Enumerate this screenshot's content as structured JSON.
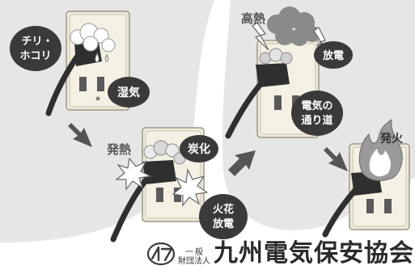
{
  "labels": {
    "dust": [
      "チリ・",
      "ホコリ"
    ],
    "moisture": "湿気",
    "heat_generation": "発熱",
    "carbonization": "炭化",
    "sparks": [
      "火花",
      "放電"
    ],
    "high_heat": "高熱",
    "discharge": "放電",
    "current_path": [
      "電気の",
      "通り道"
    ],
    "ignition": "発火"
  },
  "organization": {
    "prefix_top": "一",
    "prefix_top_right": "般",
    "prefix_bottom": "財団法人",
    "name": "九州電気保安協会"
  },
  "colors": {
    "bubble": "#3a3a3a",
    "bubble_text": "#ffffff",
    "background_blob": "#e8e8e8",
    "outlet_plate": "#ece8d8",
    "plug": "#2f2f2f",
    "arrow": "#555555",
    "fire_outer": "#9a9a9a",
    "fire_inner": "#ffffff"
  }
}
